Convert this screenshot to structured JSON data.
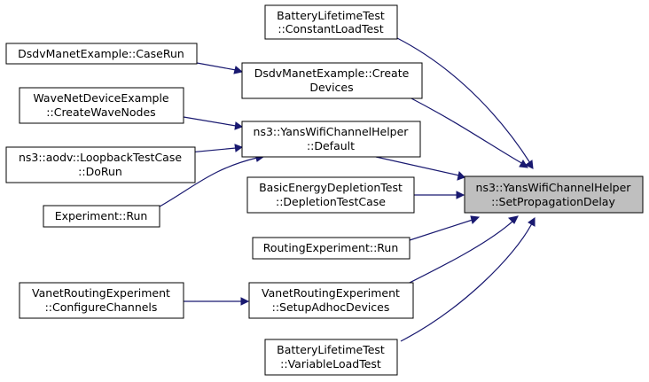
{
  "graph": {
    "edge_color": "#191970",
    "focus_fill": "#bfbfbf",
    "nodes": {
      "target": {
        "line1": "ns3::YansWifiChannelHelper",
        "line2": "::SetPropagationDelay"
      },
      "blt_const": {
        "line1": "BatteryLifetimeTest",
        "line2": "::ConstantLoadTest"
      },
      "dsdv_run": {
        "line1": "DsdvManetExample::CaseRun"
      },
      "dsdv_create": {
        "line1": "DsdvManetExample::Create",
        "line2": "Devices"
      },
      "wave": {
        "line1": "WaveNetDeviceExample",
        "line2": "::CreateWaveNodes"
      },
      "yans_default": {
        "line1": "ns3::YansWifiChannelHelper",
        "line2": "::Default"
      },
      "aodv": {
        "line1": "ns3::aodv::LoopbackTestCase",
        "line2": "::DoRun"
      },
      "basic_energy": {
        "line1": "BasicEnergyDepletionTest",
        "line2": "::DepletionTestCase"
      },
      "exp_run": {
        "line1": "Experiment::Run"
      },
      "routing_run": {
        "line1": "RoutingExperiment::Run"
      },
      "vanet_cfg": {
        "line1": "VanetRoutingExperiment",
        "line2": "::ConfigureChannels"
      },
      "vanet_setup": {
        "line1": "VanetRoutingExperiment",
        "line2": "::SetupAdhocDevices"
      },
      "blt_var": {
        "line1": "BatteryLifetimeTest",
        "line2": "::VariableLoadTest"
      }
    }
  }
}
